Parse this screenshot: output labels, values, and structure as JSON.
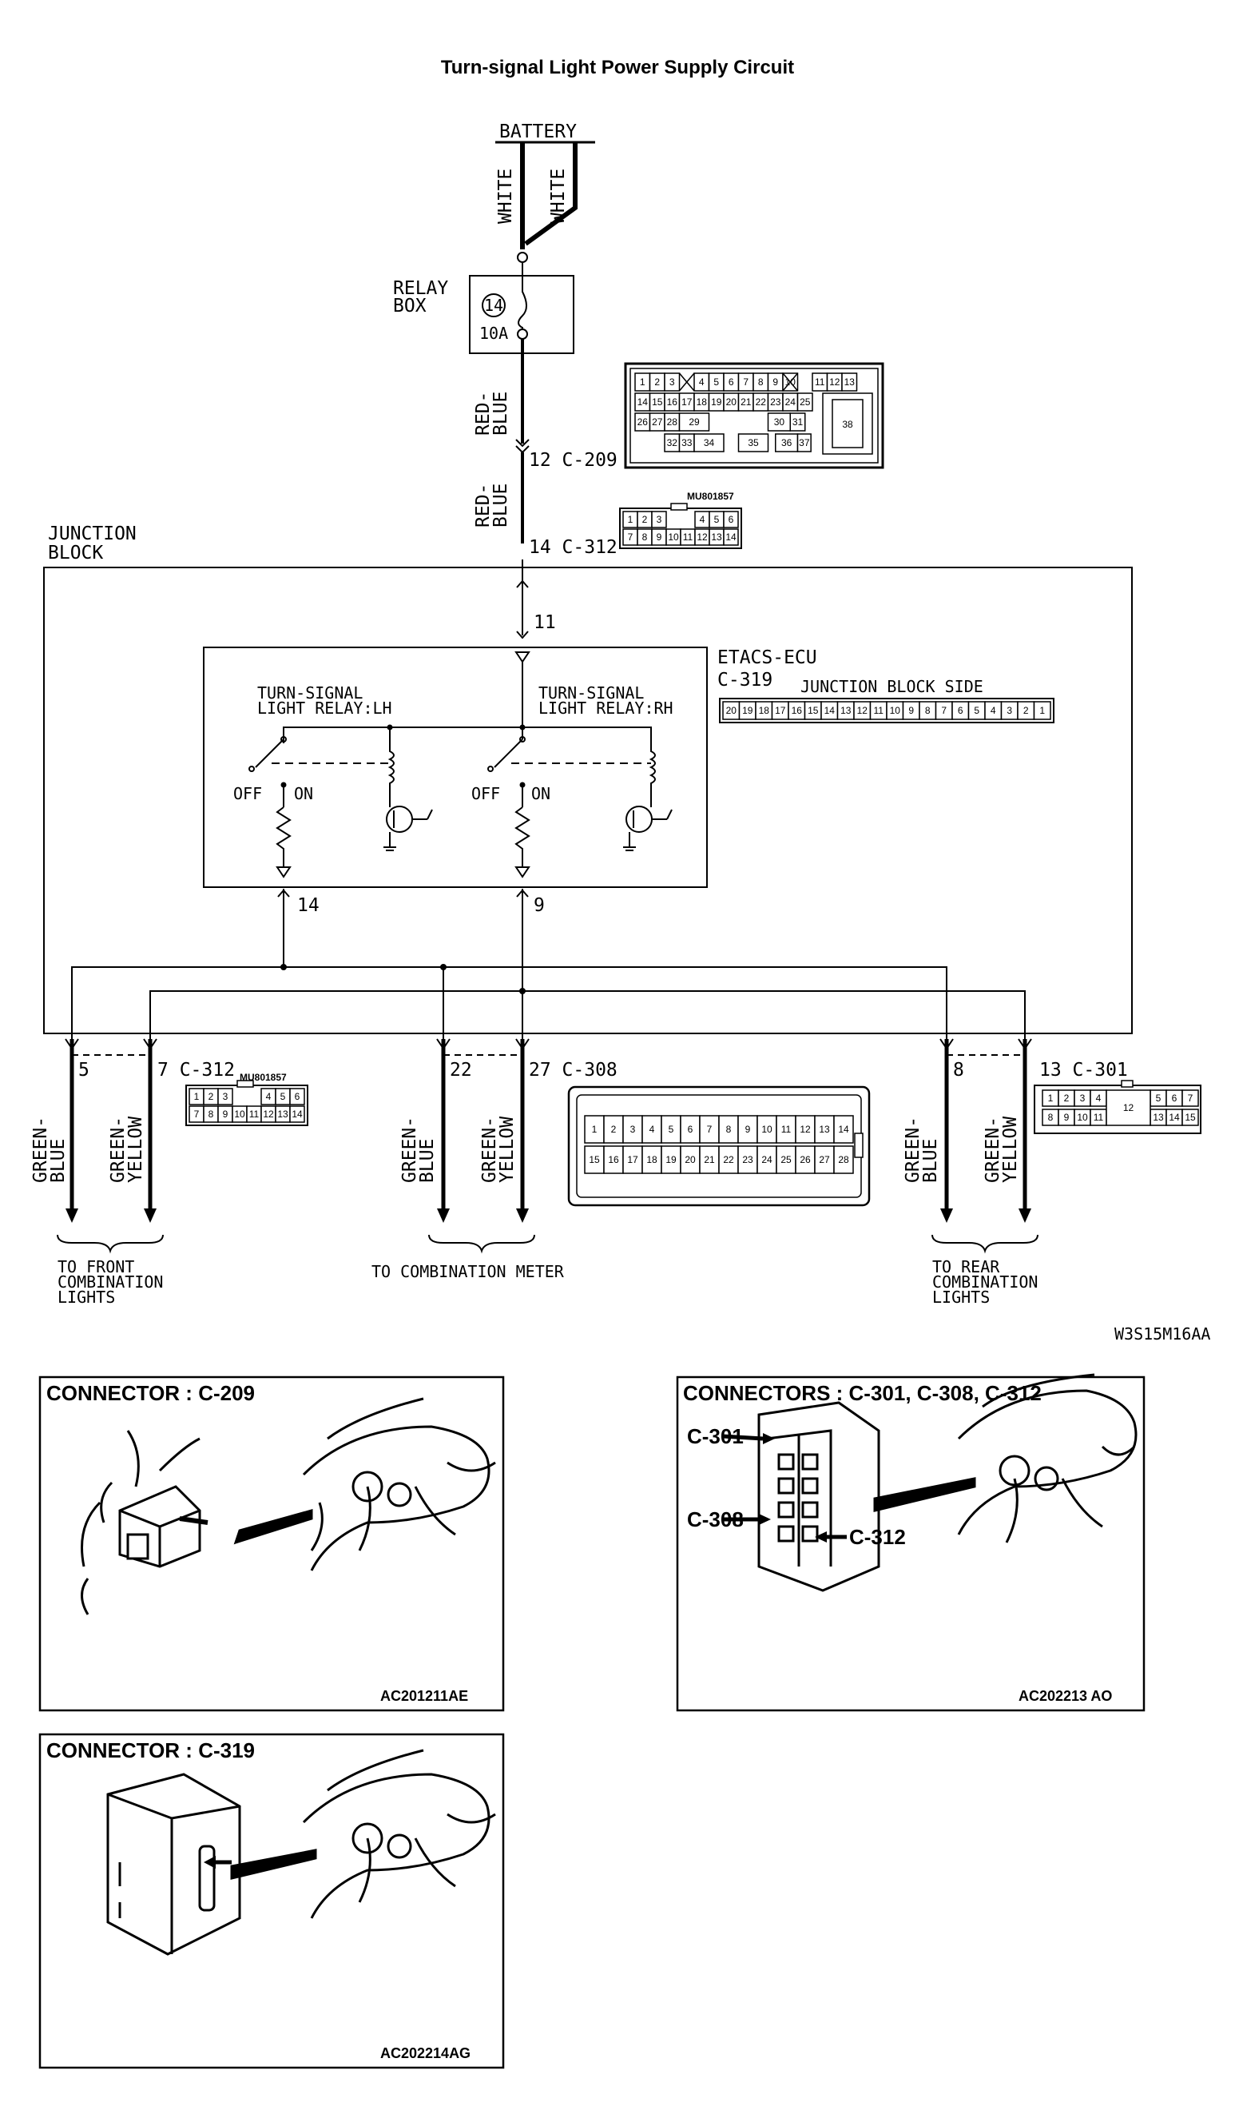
{
  "title": "Turn-signal Light Power Supply Circuit",
  "battery": "BATTERY",
  "wire_white_1": "WHITE",
  "wire_white_2": "WHITE",
  "relay_box": [
    "RELAY",
    "BOX"
  ],
  "fuse_number": "14",
  "fuse_rating": "10A",
  "wire_red_blue_1": [
    "RED-",
    "BLUE"
  ],
  "wire_red_blue_2": [
    "RED-",
    "BLUE"
  ],
  "pin_c209": "12 C-209",
  "pin_c312_top": "14 C-312",
  "junction_block": [
    "JUNCTION",
    "BLOCK"
  ],
  "part_code_1": "MU801857",
  "part_code_2": "MU801857",
  "pin_11": "11",
  "etacs_ecu": "ETACS-ECU",
  "c319": "C-319",
  "junction_block_side": "JUNCTION BLOCK SIDE",
  "relay_lh": [
    "TURN-SIGNAL",
    "LIGHT RELAY:LH"
  ],
  "relay_rh": [
    "TURN-SIGNAL",
    "LIGHT RELAY:RH"
  ],
  "off": "OFF",
  "on": "ON",
  "pin_14": "14",
  "pin_9": "9",
  "pin_5": "5",
  "pin_7_c312": "7 C-312",
  "pin_22": "22",
  "pin_27_c308": "27 C-308",
  "pin_8": "8",
  "pin_13_c301": "13 C-301",
  "wire_green_blue": [
    "GREEN-",
    "BLUE"
  ],
  "wire_green_yellow": [
    "GREEN-",
    "YELLOW"
  ],
  "dest_front": [
    "TO FRONT",
    "COMBINATION",
    "LIGHTS"
  ],
  "dest_meter": "TO COMBINATION METER",
  "dest_rear": [
    "TO REAR",
    "COMBINATION",
    "LIGHTS"
  ],
  "diagram_code": "W3S15M16AA",
  "c209_pins": {
    "row1": [
      "1",
      "2",
      "3",
      "4",
      "5",
      "6",
      "7",
      "8",
      "9",
      "10",
      "11",
      "12",
      "13"
    ],
    "row2": [
      "14",
      "15",
      "16",
      "17",
      "18",
      "19",
      "20",
      "21",
      "22",
      "23",
      "24",
      "25"
    ],
    "row3": [
      "26",
      "27",
      "28",
      "29",
      "30",
      "31"
    ],
    "row4": [
      "32",
      "33",
      "34",
      "35",
      "36",
      "37"
    ],
    "big": "38"
  },
  "c312_pins": {
    "row1": [
      "1",
      "2",
      "3",
      "4",
      "5",
      "6"
    ],
    "row2": [
      "7",
      "8",
      "9",
      "10",
      "11",
      "12",
      "13",
      "14"
    ]
  },
  "c319_pins": [
    "20",
    "19",
    "18",
    "17",
    "16",
    "15",
    "14",
    "13",
    "12",
    "11",
    "10",
    "9",
    "8",
    "7",
    "6",
    "5",
    "4",
    "3",
    "2",
    "1"
  ],
  "c308_pins": {
    "row1": [
      "1",
      "2",
      "3",
      "4",
      "5",
      "6",
      "7",
      "8",
      "9",
      "10",
      "11",
      "12",
      "13",
      "14"
    ],
    "row2": [
      "15",
      "16",
      "17",
      "18",
      "19",
      "20",
      "21",
      "22",
      "23",
      "24",
      "25",
      "26",
      "27",
      "28"
    ]
  },
  "c301_pins": {
    "row1": [
      "1",
      "2",
      "3",
      "4",
      "5",
      "6",
      "7"
    ],
    "row2": [
      "8",
      "9",
      "10",
      "11",
      "13",
      "14",
      "15"
    ],
    "mid": "12"
  },
  "connector_c209": {
    "title": "CONNECTOR : C-209",
    "code": "AC201211AE"
  },
  "connector_c301": {
    "title": "CONNECTORS : C-301, C-308, C-312",
    "code": "AC202213 AO",
    "labels": [
      "C-301",
      "C-308",
      "C-312"
    ]
  },
  "connector_c319": {
    "title": "CONNECTOR : C-319",
    "code": "AC202214AG"
  }
}
